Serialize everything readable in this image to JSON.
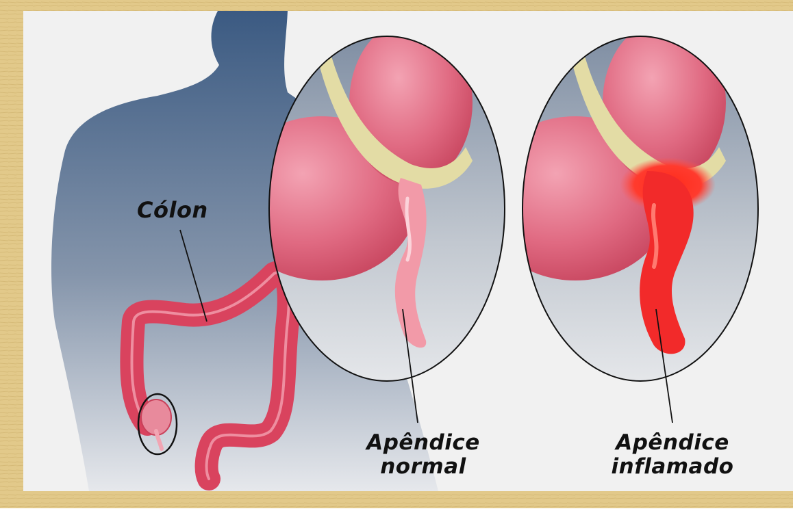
{
  "labels": {
    "colon": "Cólon",
    "normal_line1": "Apêndice",
    "normal_line2": "normal",
    "inflamed_line1": "Apêndice",
    "inflamed_line2": "inflamado"
  },
  "colors": {
    "frame": "#e2c98a",
    "background": "#f1f1f1",
    "silhouette_top": "#3b5a82",
    "silhouette_bottom": "#dfe3e8",
    "colon": "#d9435e",
    "intestine_pink": "#e06a82",
    "fat_band": "#e3dca5",
    "appendix_normal": "#f29aa8",
    "appendix_inflamed": "#f22a2a"
  },
  "icons": [
    "human-silhouette",
    "colon-illustration",
    "magnifier-ellipse"
  ]
}
